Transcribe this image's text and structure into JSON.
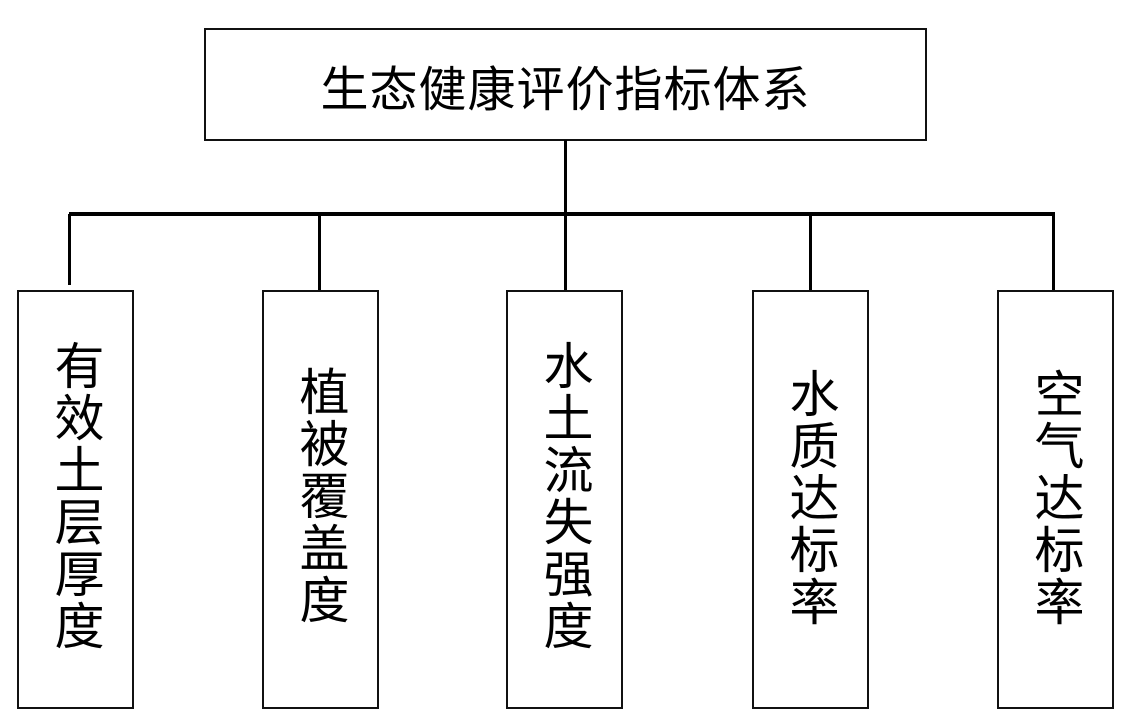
{
  "diagram": {
    "root": {
      "label": "生态健康评价指标体系"
    },
    "children": [
      {
        "label": "有效土层厚度"
      },
      {
        "label": "植被覆盖度"
      },
      {
        "label": "水土流失强度"
      },
      {
        "label": "水质达标率"
      },
      {
        "label": "空气达标率"
      }
    ]
  }
}
